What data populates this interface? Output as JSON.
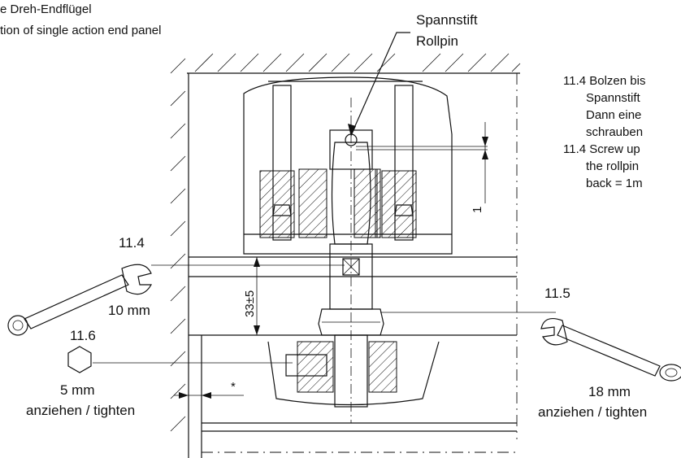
{
  "header": {
    "title_de": "e Dreh-Endflügel",
    "title_en": "tion of single action end panel"
  },
  "labels": {
    "rollpin_de": "Spannstift",
    "rollpin_en": "Rollpin",
    "dim_gap": "1",
    "dim_height": "33±5",
    "asterisk": "*"
  },
  "steps": [
    {
      "id": "11.4",
      "size": "10 mm",
      "action": ""
    },
    {
      "id": "11.5",
      "size": "18 mm",
      "action": "anziehen / tighten"
    },
    {
      "id": "11.6",
      "size": "5 mm",
      "action": "anziehen / tighten"
    }
  ],
  "instructions": [
    "11.4 Bolzen bis",
    "Spannstift",
    "Dann eine",
    "schrauben",
    "11.4 Screw up",
    "the rollpin",
    "back = 1m"
  ]
}
